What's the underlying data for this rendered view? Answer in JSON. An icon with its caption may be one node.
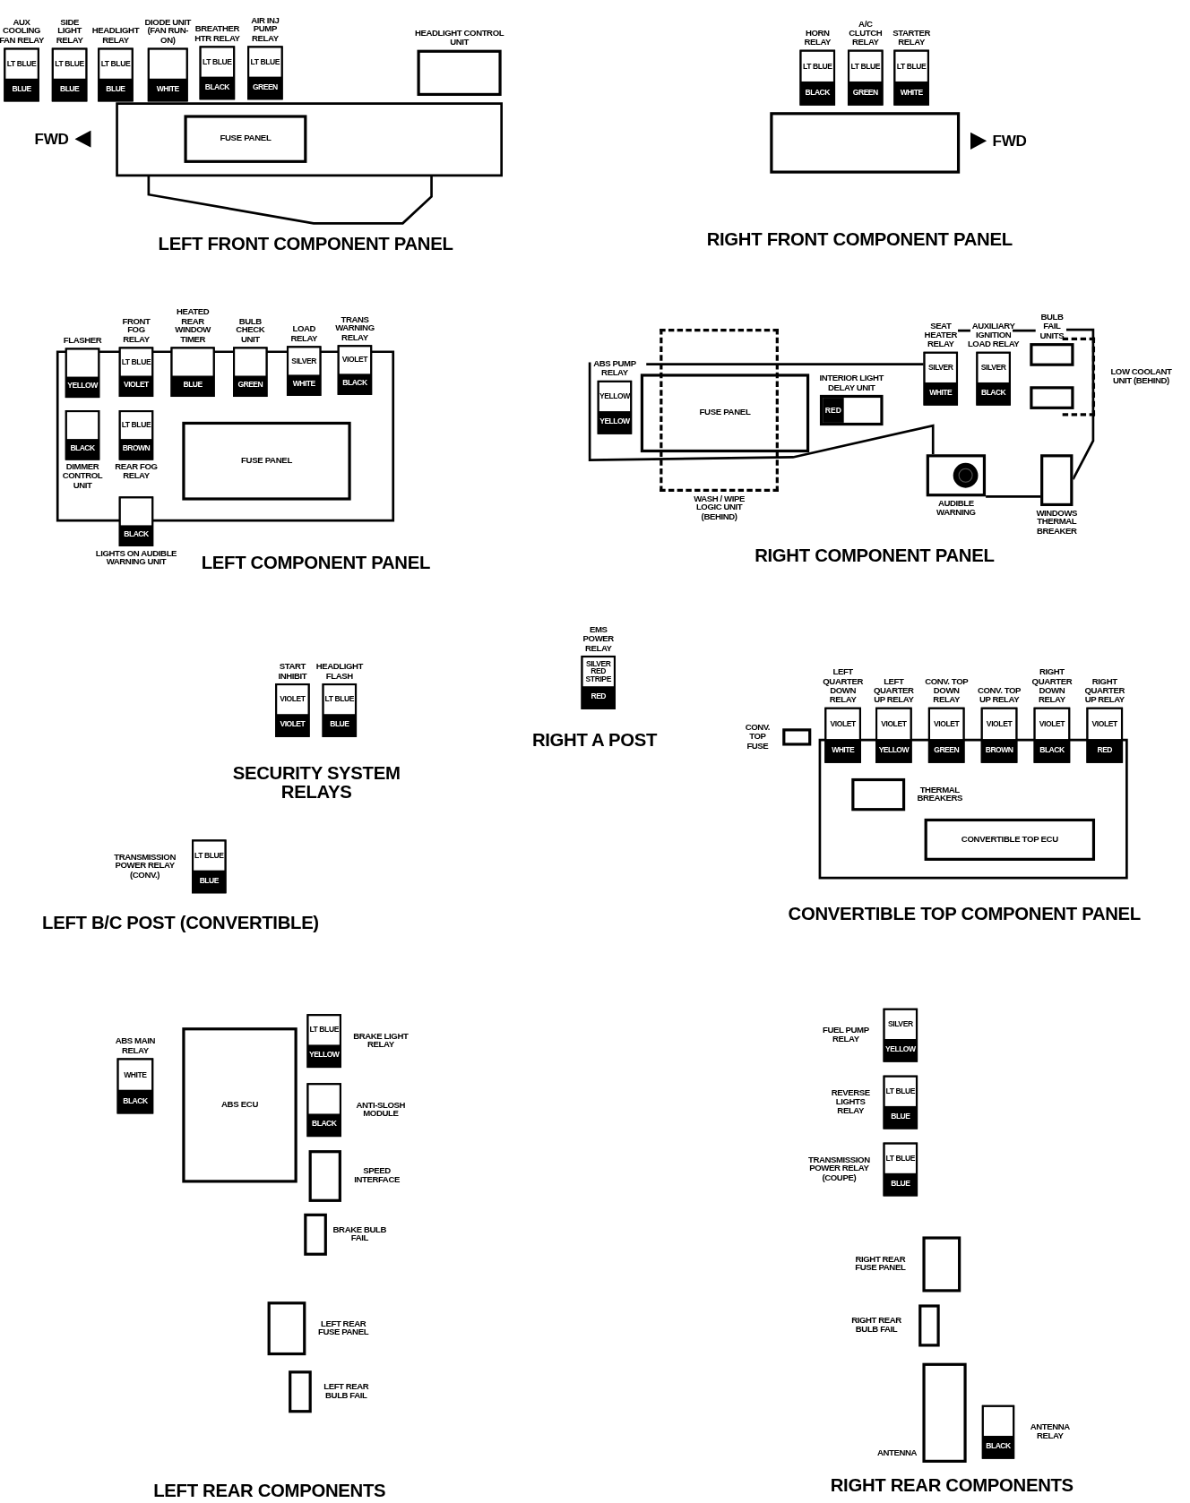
{
  "diagram": {
    "nodes": [
      {
        "text": [
          "LT BLUE",
          "BLUE"
        ],
        "beside": [
          "AUX COOLING FAN RELAY"
        ]
      },
      {
        "text": [
          "LT BLUE",
          "BLUE"
        ],
        "beside": [
          "SIDE LIGHT RELAY"
        ]
      },
      {
        "text": [
          "LT BLUE",
          "BLUE"
        ],
        "beside": [
          "HEADLIGHT RELAY"
        ]
      },
      {
        "text": [
          "WHITE"
        ],
        "beside": [
          "DIODE UNIT (FAN RUN-ON)"
        ]
      },
      {
        "text": [
          "LT BLUE",
          "BLACK"
        ],
        "beside": [
          "BREATHER HTR RELAY"
        ]
      },
      {
        "text": [
          "LT BLUE",
          "GREEN"
        ],
        "beside": [
          "AIR INJ PUMP RELAY"
        ]
      },
      {
        "text": [],
        "shape": "box",
        "beside": [
          "HEADLIGHT CONTROL UNIT"
        ]
      },
      {
        "text": [
          "FUSE PANEL"
        ]
      },
      {
        "text": [
          "LT BLUE",
          "BLACK"
        ],
        "beside": [
          "HORN RELAY"
        ]
      },
      {
        "text": [
          "LT BLUE",
          "GREEN"
        ],
        "beside": [
          "A/C CLUTCH RELAY"
        ]
      },
      {
        "text": [
          "LT BLUE",
          "WHITE"
        ],
        "beside": [
          "STARTER RELAY"
        ]
      },
      {
        "text": [],
        "shape": "box"
      },
      {
        "text": [
          "YELLOW"
        ],
        "beside": [
          "FLASHER"
        ]
      },
      {
        "text": [
          "LT BLUE",
          "VIOLET"
        ],
        "beside": [
          "FRONT FOG RELAY"
        ]
      },
      {
        "text": [
          "BLUE"
        ],
        "beside": [
          "HEATED REAR WINDOW TIMER"
        ]
      },
      {
        "text": [
          "GREEN"
        ],
        "beside": [
          "BULB CHECK UNIT"
        ]
      },
      {
        "text": [
          "SILVER",
          "WHITE"
        ],
        "beside": [
          "LOAD RELAY"
        ]
      },
      {
        "text": [
          "VIOLET",
          "BLACK"
        ],
        "beside": [
          "TRANS WARNING RELAY"
        ]
      },
      {
        "text": [
          "BLACK"
        ],
        "beside": [
          "DIMMER CONTROL UNIT"
        ]
      },
      {
        "text": [
          "LT BLUE",
          "BROWN"
        ],
        "beside": [
          "REAR FOG RELAY"
        ]
      },
      {
        "text": [
          "FUSE PANEL"
        ]
      },
      {
        "text": [
          "BLACK"
        ],
        "beside": [
          "LIGHTS ON AUDIBLE WARNING UNIT"
        ]
      },
      {
        "text": [
          "YELLOW",
          "YELLOW"
        ],
        "beside": [
          "ABS PUMP RELAY"
        ]
      },
      {
        "text": [
          "FUSE PANEL"
        ]
      },
      {
        "text": [],
        "shape": "box",
        "beside": [
          "WASH / WIPE LOGIC UNIT (BEHIND)"
        ]
      },
      {
        "text": [
          "RED"
        ],
        "beside": [
          "INTERIOR LIGHT DELAY UNIT"
        ]
      },
      {
        "text": [
          "SILVER",
          "WHITE"
        ],
        "beside": [
          "SEAT HEATER RELAY"
        ]
      },
      {
        "text": [
          "SILVER",
          "BLACK"
        ],
        "beside": [
          "AUXILIARY IGNITION LOAD RELAY"
        ]
      },
      {
        "text": [],
        "shape": "box",
        "beside": [
          "BULB FAIL UNITS"
        ]
      },
      {
        "text": [],
        "shape": "box"
      },
      {
        "text": [],
        "shape": "box",
        "beside": [
          "LOW COOLANT UNIT (BEHIND)"
        ]
      },
      {
        "text": [],
        "shape": "box",
        "beside": [
          "AUDIBLE WARNING"
        ]
      },
      {
        "text": [],
        "shape": "box",
        "beside": [
          "WINDOWS THERMAL BREAKER"
        ]
      },
      {
        "text": [
          "VIOLET",
          "VIOLET"
        ],
        "beside": [
          "START INHIBIT"
        ]
      },
      {
        "text": [
          "LT BLUE",
          "BLUE"
        ],
        "beside": [
          "HEADLIGHT FLASH"
        ]
      },
      {
        "text": [
          "SILVER RED STRIPE",
          "RED"
        ],
        "beside": [
          "EMS POWER RELAY"
        ]
      },
      {
        "text": [
          "LT BLUE",
          "BLUE"
        ],
        "beside": [
          "TRANSMISSION POWER RELAY (CONV.)"
        ]
      },
      {
        "text": [],
        "shape": "box",
        "beside": [
          "CONV. TOP FUSE"
        ]
      },
      {
        "text": [
          "VIOLET",
          "WHITE"
        ],
        "beside": [
          "LEFT QUARTER DOWN RELAY"
        ]
      },
      {
        "text": [
          "VIOLET",
          "YELLOW"
        ],
        "beside": [
          "LEFT QUARTER UP RELAY"
        ]
      },
      {
        "text": [
          "VIOLET",
          "GREEN"
        ],
        "beside": [
          "CONV. TOP DOWN RELAY"
        ]
      },
      {
        "text": [
          "VIOLET",
          "BROWN"
        ],
        "beside": [
          "CONV. TOP UP RELAY"
        ]
      },
      {
        "text": [
          "VIOLET",
          "BLACK"
        ],
        "beside": [
          "RIGHT QUARTER DOWN RELAY"
        ]
      },
      {
        "text": [
          "VIOLET",
          "RED"
        ],
        "beside": [
          "RIGHT QUARTER UP RELAY"
        ]
      },
      {
        "text": [],
        "shape": "box",
        "beside": [
          "THERMAL BREAKERS"
        ]
      },
      {
        "text": [
          "CONVERTIBLE TOP ECU"
        ]
      },
      {
        "text": [
          "WHITE",
          "BLACK"
        ],
        "beside": [
          "ABS MAIN RELAY"
        ]
      },
      {
        "text": [
          "ABS ECU"
        ]
      },
      {
        "text": [
          "LT BLUE",
          "YELLOW"
        ],
        "beside": [
          "BRAKE LIGHT RELAY"
        ]
      },
      {
        "text": [
          "BLACK"
        ],
        "beside": [
          "ANTI-SLOSH MODULE"
        ]
      },
      {
        "text": [],
        "shape": "box",
        "beside": [
          "SPEED INTERFACE"
        ]
      },
      {
        "text": [],
        "shape": "box",
        "beside": [
          "BRAKE BULB FAIL"
        ]
      },
      {
        "text": [],
        "shape": "box",
        "beside": [
          "LEFT REAR FUSE PANEL"
        ]
      },
      {
        "text": [],
        "shape": "box",
        "beside": [
          "LEFT REAR BULB FAIL"
        ]
      },
      {
        "text": [
          "SILVER",
          "YELLOW"
        ],
        "beside": [
          "FUEL PUMP RELAY"
        ]
      },
      {
        "text": [
          "LT BLUE",
          "BLUE"
        ],
        "beside": [
          "REVERSE LIGHTS RELAY"
        ]
      },
      {
        "text": [
          "LT BLUE",
          "BLUE"
        ],
        "beside": [
          "TRANSMISSION POWER RELAY (COUPE)"
        ]
      },
      {
        "text": [],
        "shape": "box",
        "beside": [
          "RIGHT REAR FUSE PANEL"
        ]
      },
      {
        "text": [],
        "shape": "box",
        "beside": [
          "RIGHT REAR BULB FAIL"
        ]
      },
      {
        "text": [],
        "shape": "box",
        "beside": [
          "ANTENNA"
        ]
      },
      {
        "text": [
          "BLACK"
        ],
        "beside": [
          "ANTENNA RELAY"
        ]
      }
    ],
    "labels": [
      "FWD",
      "LEFT FRONT COMPONENT PANEL",
      "FWD",
      "RIGHT FRONT COMPONENT PANEL",
      "LEFT COMPONENT PANEL",
      "RIGHT COMPONENT PANEL",
      "SECURITY SYSTEM RELAYS",
      "RIGHT A POST",
      "LEFT B/C POST (CONVERTIBLE)",
      "CONVERTIBLE TOP COMPONENT PANEL",
      "LEFT REAR COMPONENTS",
      "RIGHT REAR COMPONENTS"
    ]
  }
}
